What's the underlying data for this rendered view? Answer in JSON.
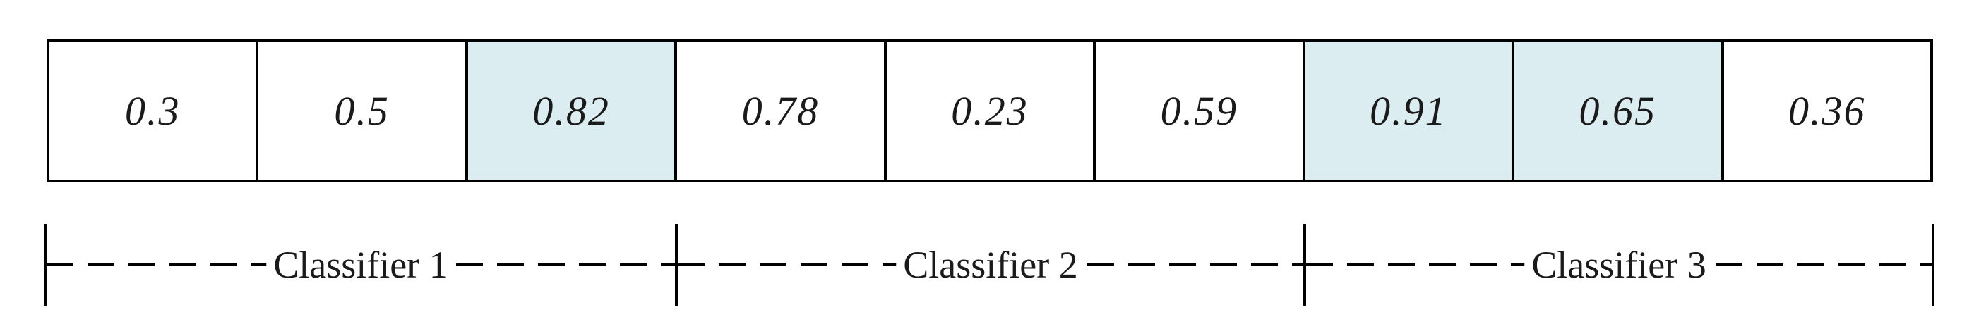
{
  "cells": [
    {
      "value": "0.3",
      "highlighted": false
    },
    {
      "value": "0.5",
      "highlighted": false
    },
    {
      "value": "0.82",
      "highlighted": true
    },
    {
      "value": "0.78",
      "highlighted": false
    },
    {
      "value": "0.23",
      "highlighted": false
    },
    {
      "value": "0.59",
      "highlighted": false
    },
    {
      "value": "0.91",
      "highlighted": true
    },
    {
      "value": "0.65",
      "highlighted": true
    },
    {
      "value": "0.36",
      "highlighted": false
    }
  ],
  "groups": [
    {
      "label": "Classifier 1"
    },
    {
      "label": "Classifier 2"
    },
    {
      "label": "Classifier 3"
    }
  ],
  "colors": {
    "highlight": "#dcedf2",
    "border": "#000000"
  }
}
